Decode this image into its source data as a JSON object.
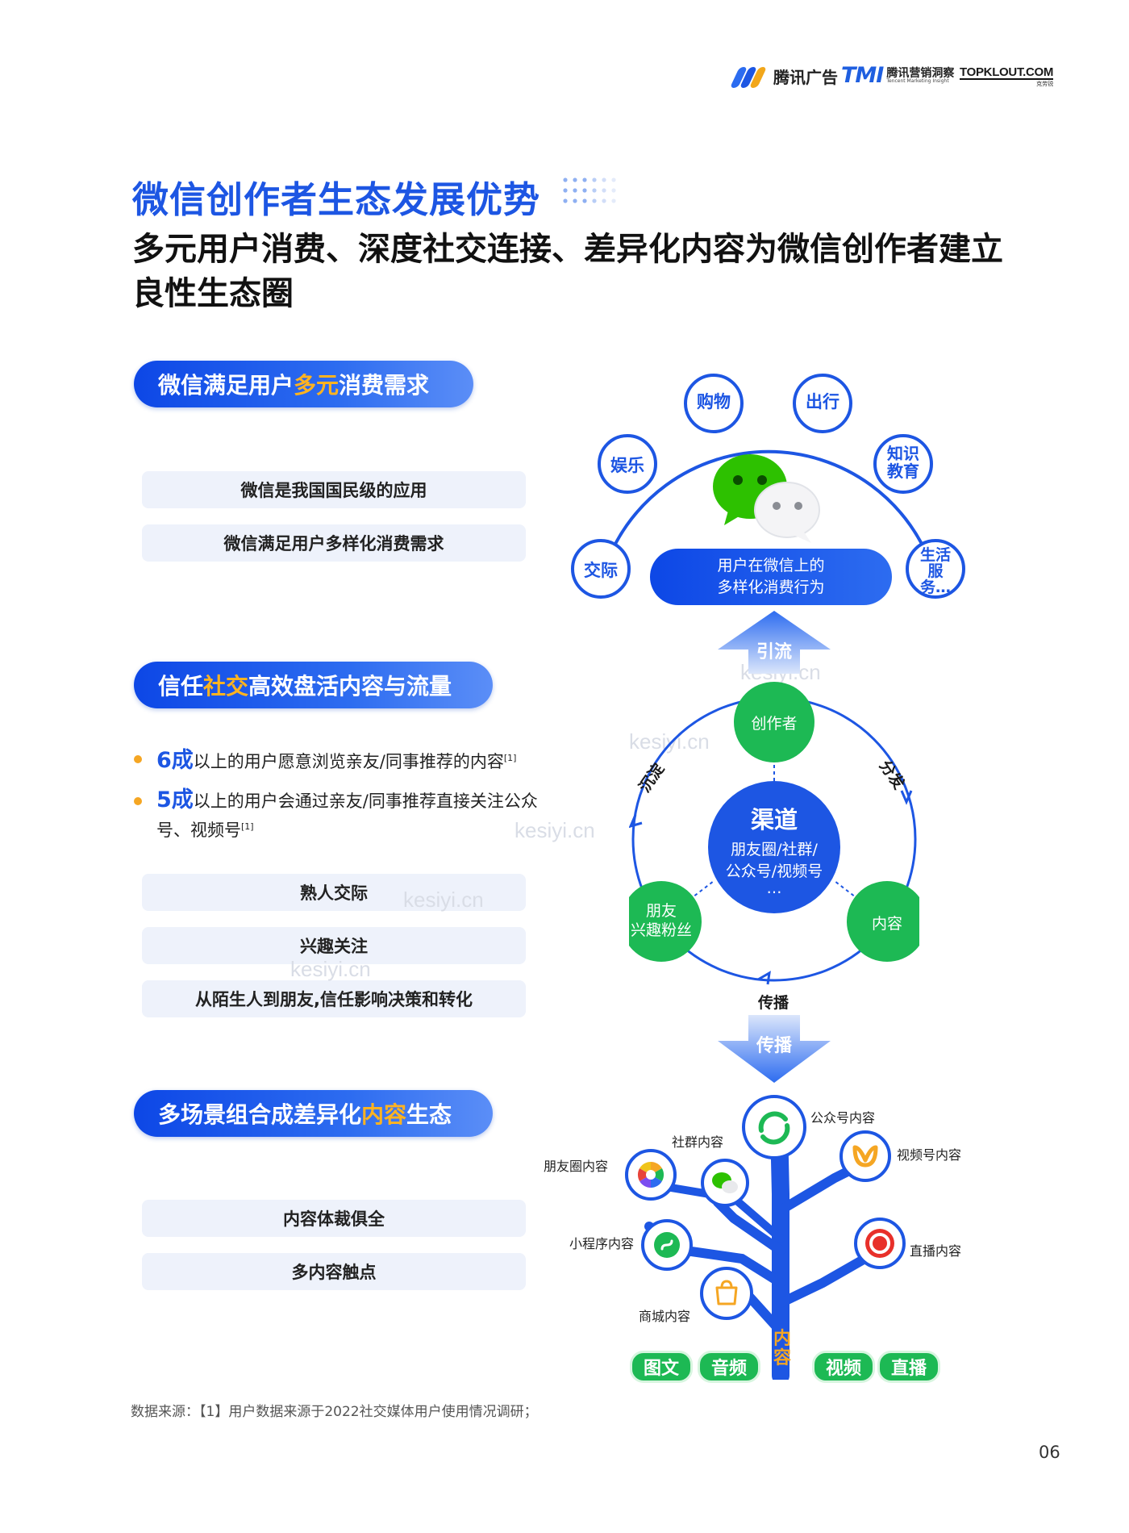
{
  "header": {
    "logo_tencent_ads": "腾讯广告",
    "logo_tmi_mark": "TMI",
    "logo_tmi_cn": "腾讯营销洞察",
    "logo_tmi_en": "Tencent Marketing Insight",
    "logo_topklout": "TOPKLOUT.COM",
    "logo_topklout_cn": "克劳锐"
  },
  "title": "微信创作者生态发展优势",
  "subtitle": "多元用户消费、深度社交连接、差异化内容为微信创作者建立良性生态圈",
  "section1": {
    "pill_pre": "微信满足用户",
    "pill_hl": "多元",
    "pill_post": "消费需求",
    "boxes": [
      "微信是我国国民级的应用",
      "微信满足用户多样化消费需求"
    ]
  },
  "section2": {
    "pill_pre": "信任",
    "pill_hl": "社交",
    "pill_post": "高效盘活内容与流量",
    "bullets": [
      {
        "num": "6成",
        "text": "以上的用户愿意浏览亲友/同事推荐的内容",
        "sup": "[1]"
      },
      {
        "num": "5成",
        "text": "以上的用户会通过亲友/同事推荐直接关注公众号、视频号",
        "sup": "[1]"
      }
    ],
    "boxes": [
      "熟人交际",
      "兴趣关注",
      "从陌生人到朋友,信任影响决策和转化"
    ]
  },
  "section3": {
    "pill_pre": "多场景组合成差异化",
    "pill_hl": "内容",
    "pill_post": "生态",
    "boxes": [
      "内容体裁俱全",
      "多内容触点"
    ]
  },
  "diagram1": {
    "nodes": [
      "购物",
      "出行",
      "娱乐",
      "知识教育",
      "交际",
      "生活服务…"
    ],
    "center_line1": "用户在微信上的",
    "center_line2": "多样化消费行为"
  },
  "arrow_up_label": "引流",
  "diagram2": {
    "center_title": "渠道",
    "center_line1": "朋友圈/社群/",
    "center_line2": "公众号/视频号",
    "center_line3": "…",
    "creator": "创作者",
    "friends_line1": "朋友",
    "friends_line2": "兴趣粉丝",
    "content": "内容",
    "arc_left": "沉淀",
    "arc_right": "分发",
    "arc_bottom": "传播"
  },
  "arrow_down_label": "传播",
  "diagram3": {
    "items": [
      "公众号内容",
      "社群内容",
      "朋友圈内容",
      "视频号内容",
      "小程序内容",
      "直播内容",
      "商城内容"
    ],
    "trunk_label": "内容",
    "chips": [
      "图文",
      "音频",
      "视频",
      "直播"
    ]
  },
  "watermark": "kesiyi.cn",
  "source": "数据来源：【1】用户数据来源于2022社交媒体用户使用情况调研；",
  "page_number": "06",
  "colors": {
    "brand_blue": "#1d56e3",
    "highlight_orange": "#ffb320",
    "green": "#1db954",
    "bullet_orange": "#f5a623"
  }
}
